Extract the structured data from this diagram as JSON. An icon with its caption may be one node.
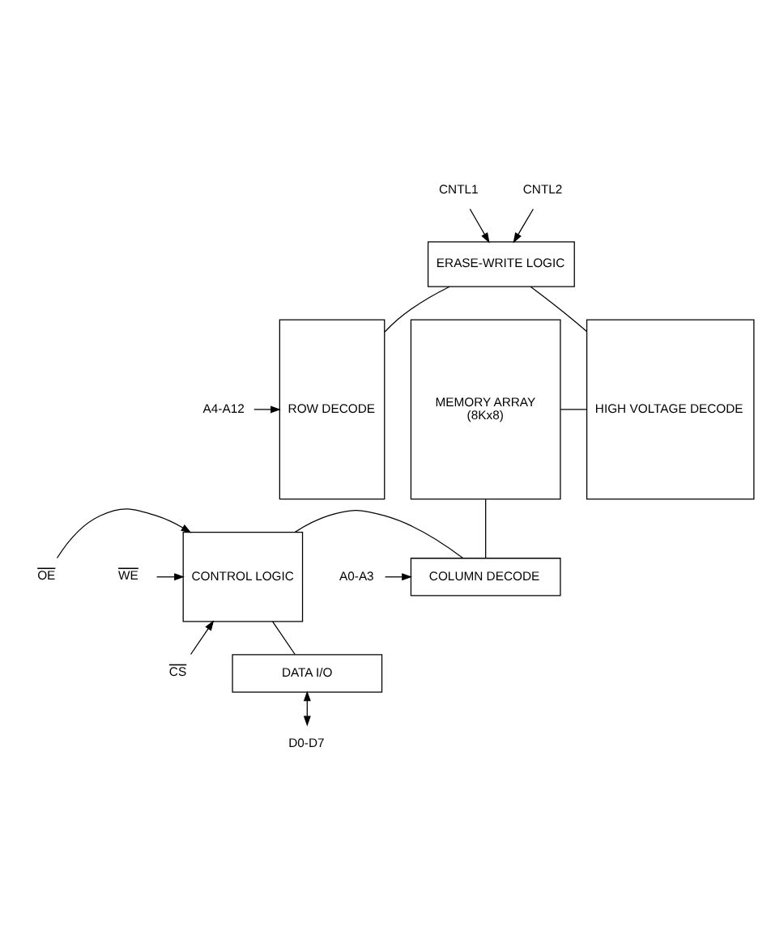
{
  "diagram": {
    "nodes": [
      {
        "text": [
          "CNTL1"
        ]
      },
      {
        "text": [
          "CNTL2"
        ]
      },
      {
        "text": [
          "ERASE-WRITE LOGIC"
        ]
      },
      {
        "text": [
          "ROW DECODE"
        ]
      },
      {
        "text": [
          "MEMORY ARRAY",
          "(8Kx8)"
        ]
      },
      {
        "text": [
          "HIGH VOLTAGE DECODE"
        ]
      },
      {
        "text": [
          "A4-A12"
        ]
      },
      {
        "text": [
          "OE"
        ]
      },
      {
        "text": [
          "WE"
        ]
      },
      {
        "text": [
          "CS"
        ]
      },
      {
        "text": [
          "CONTROL LOGIC"
        ]
      },
      {
        "text": [
          "COLUMN DECODE"
        ]
      },
      {
        "text": [
          "A0-A3"
        ]
      },
      {
        "text": [
          "DATA I/O"
        ]
      },
      {
        "text": [
          "D0-D7"
        ]
      }
    ],
    "edges": [
      {
        "from": 0,
        "to": 2,
        "arrow": "to"
      },
      {
        "from": 1,
        "to": 2,
        "arrow": "to"
      },
      {
        "from": 2,
        "to": 3,
        "arrow": "none"
      },
      {
        "from": 2,
        "to": 5,
        "arrow": "none"
      },
      {
        "from": 6,
        "to": 3,
        "arrow": "to"
      },
      {
        "from": 4,
        "to": 5,
        "arrow": "none"
      },
      {
        "from": 4,
        "to": 11,
        "arrow": "none"
      },
      {
        "from": 7,
        "to": 10,
        "arrow": "to"
      },
      {
        "from": 8,
        "to": 10,
        "arrow": "to"
      },
      {
        "from": 9,
        "to": 10,
        "arrow": "to"
      },
      {
        "from": 10,
        "to": 11,
        "arrow": "none"
      },
      {
        "from": 10,
        "to": 13,
        "arrow": "none"
      },
      {
        "from": 12,
        "to": 11,
        "arrow": "to"
      },
      {
        "from": 13,
        "to": 14,
        "arrow": "both"
      }
    ]
  }
}
